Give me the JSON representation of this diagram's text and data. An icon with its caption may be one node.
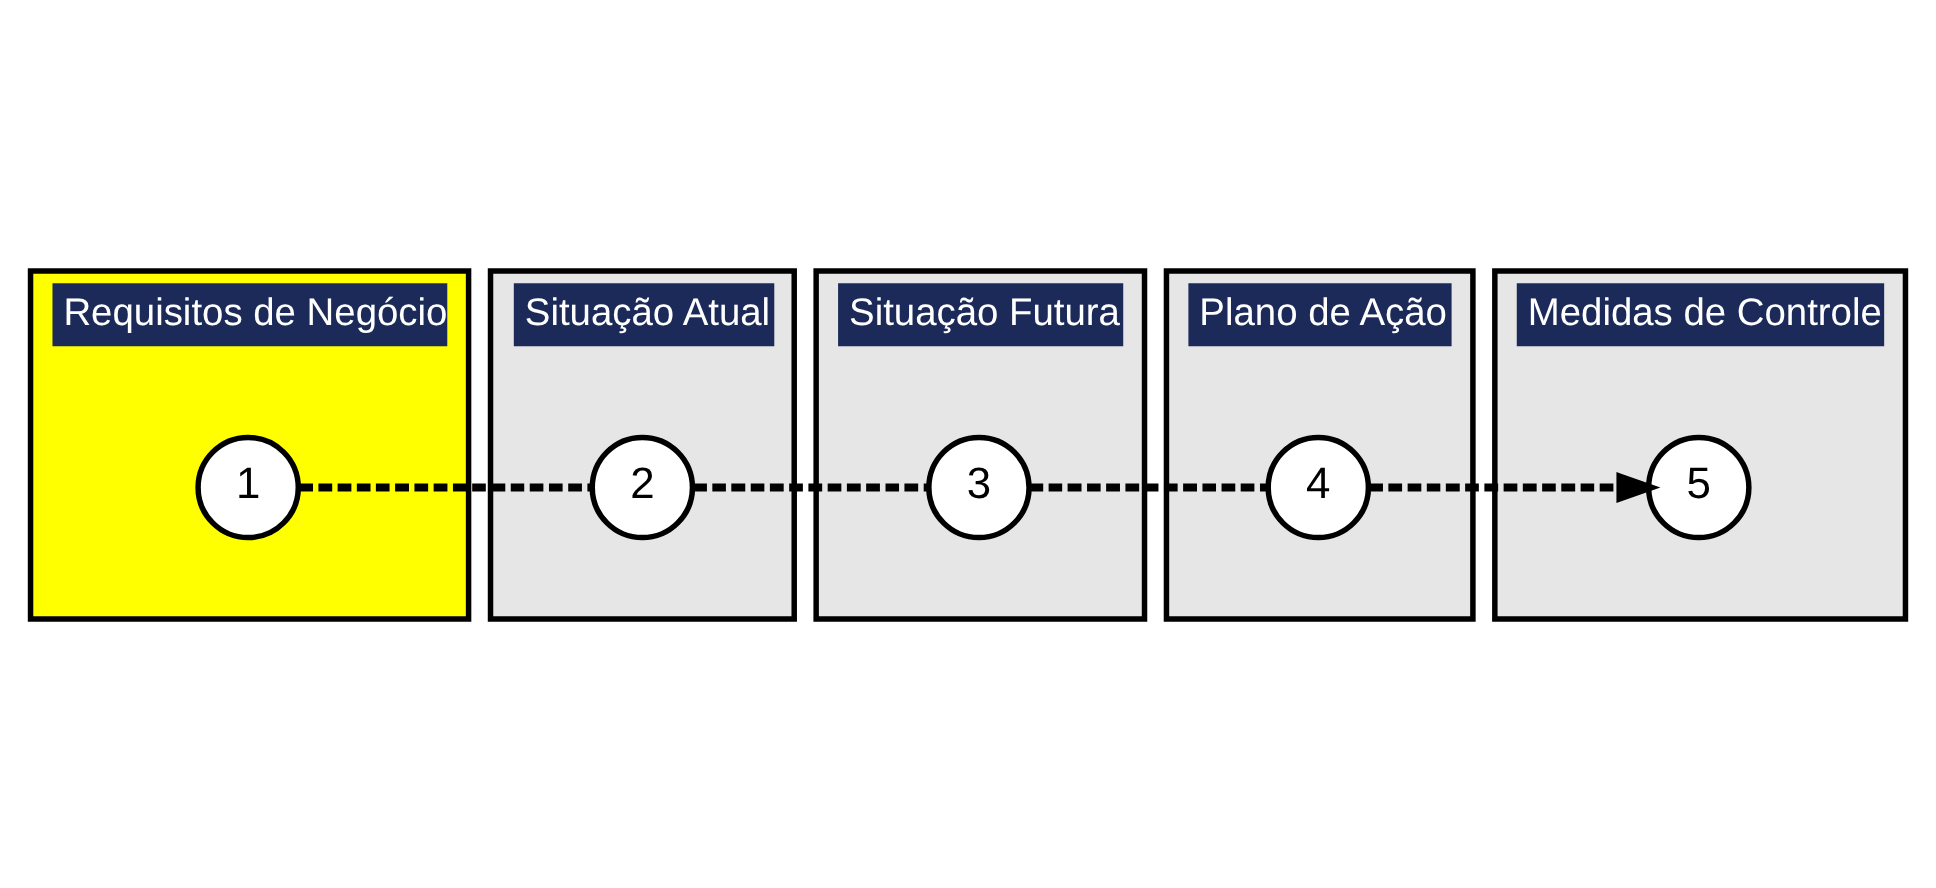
{
  "diagram": {
    "nodes": [
      {
        "text": [
          "Requisitos de Negócio"
        ]
      },
      {
        "text": [
          "1"
        ],
        "in": 0
      },
      {
        "text": [
          "Situação Futura"
        ]
      },
      {
        "text": [
          "3"
        ],
        "in": 2
      },
      {
        "text": [
          "Situação Atual"
        ]
      },
      {
        "text": [
          "2"
        ],
        "in": 4
      },
      {
        "text": [
          "Plano de Ação"
        ]
      },
      {
        "text": [
          "4"
        ],
        "in": 6
      },
      {
        "text": [
          "Medidas de Controle"
        ]
      },
      {
        "text": [
          "5"
        ],
        "in": 8
      }
    ],
    "edges": [
      {
        "from": 1,
        "to": 5,
        "arrow": "none",
        "style": "dashed"
      },
      {
        "from": 5,
        "to": 3,
        "arrow": "none",
        "style": "dashed"
      },
      {
        "from": 3,
        "to": 7,
        "arrow": "none",
        "style": "dashed"
      },
      {
        "from": 7,
        "to": 9,
        "arrow": "to",
        "style": "dashed"
      }
    ]
  }
}
